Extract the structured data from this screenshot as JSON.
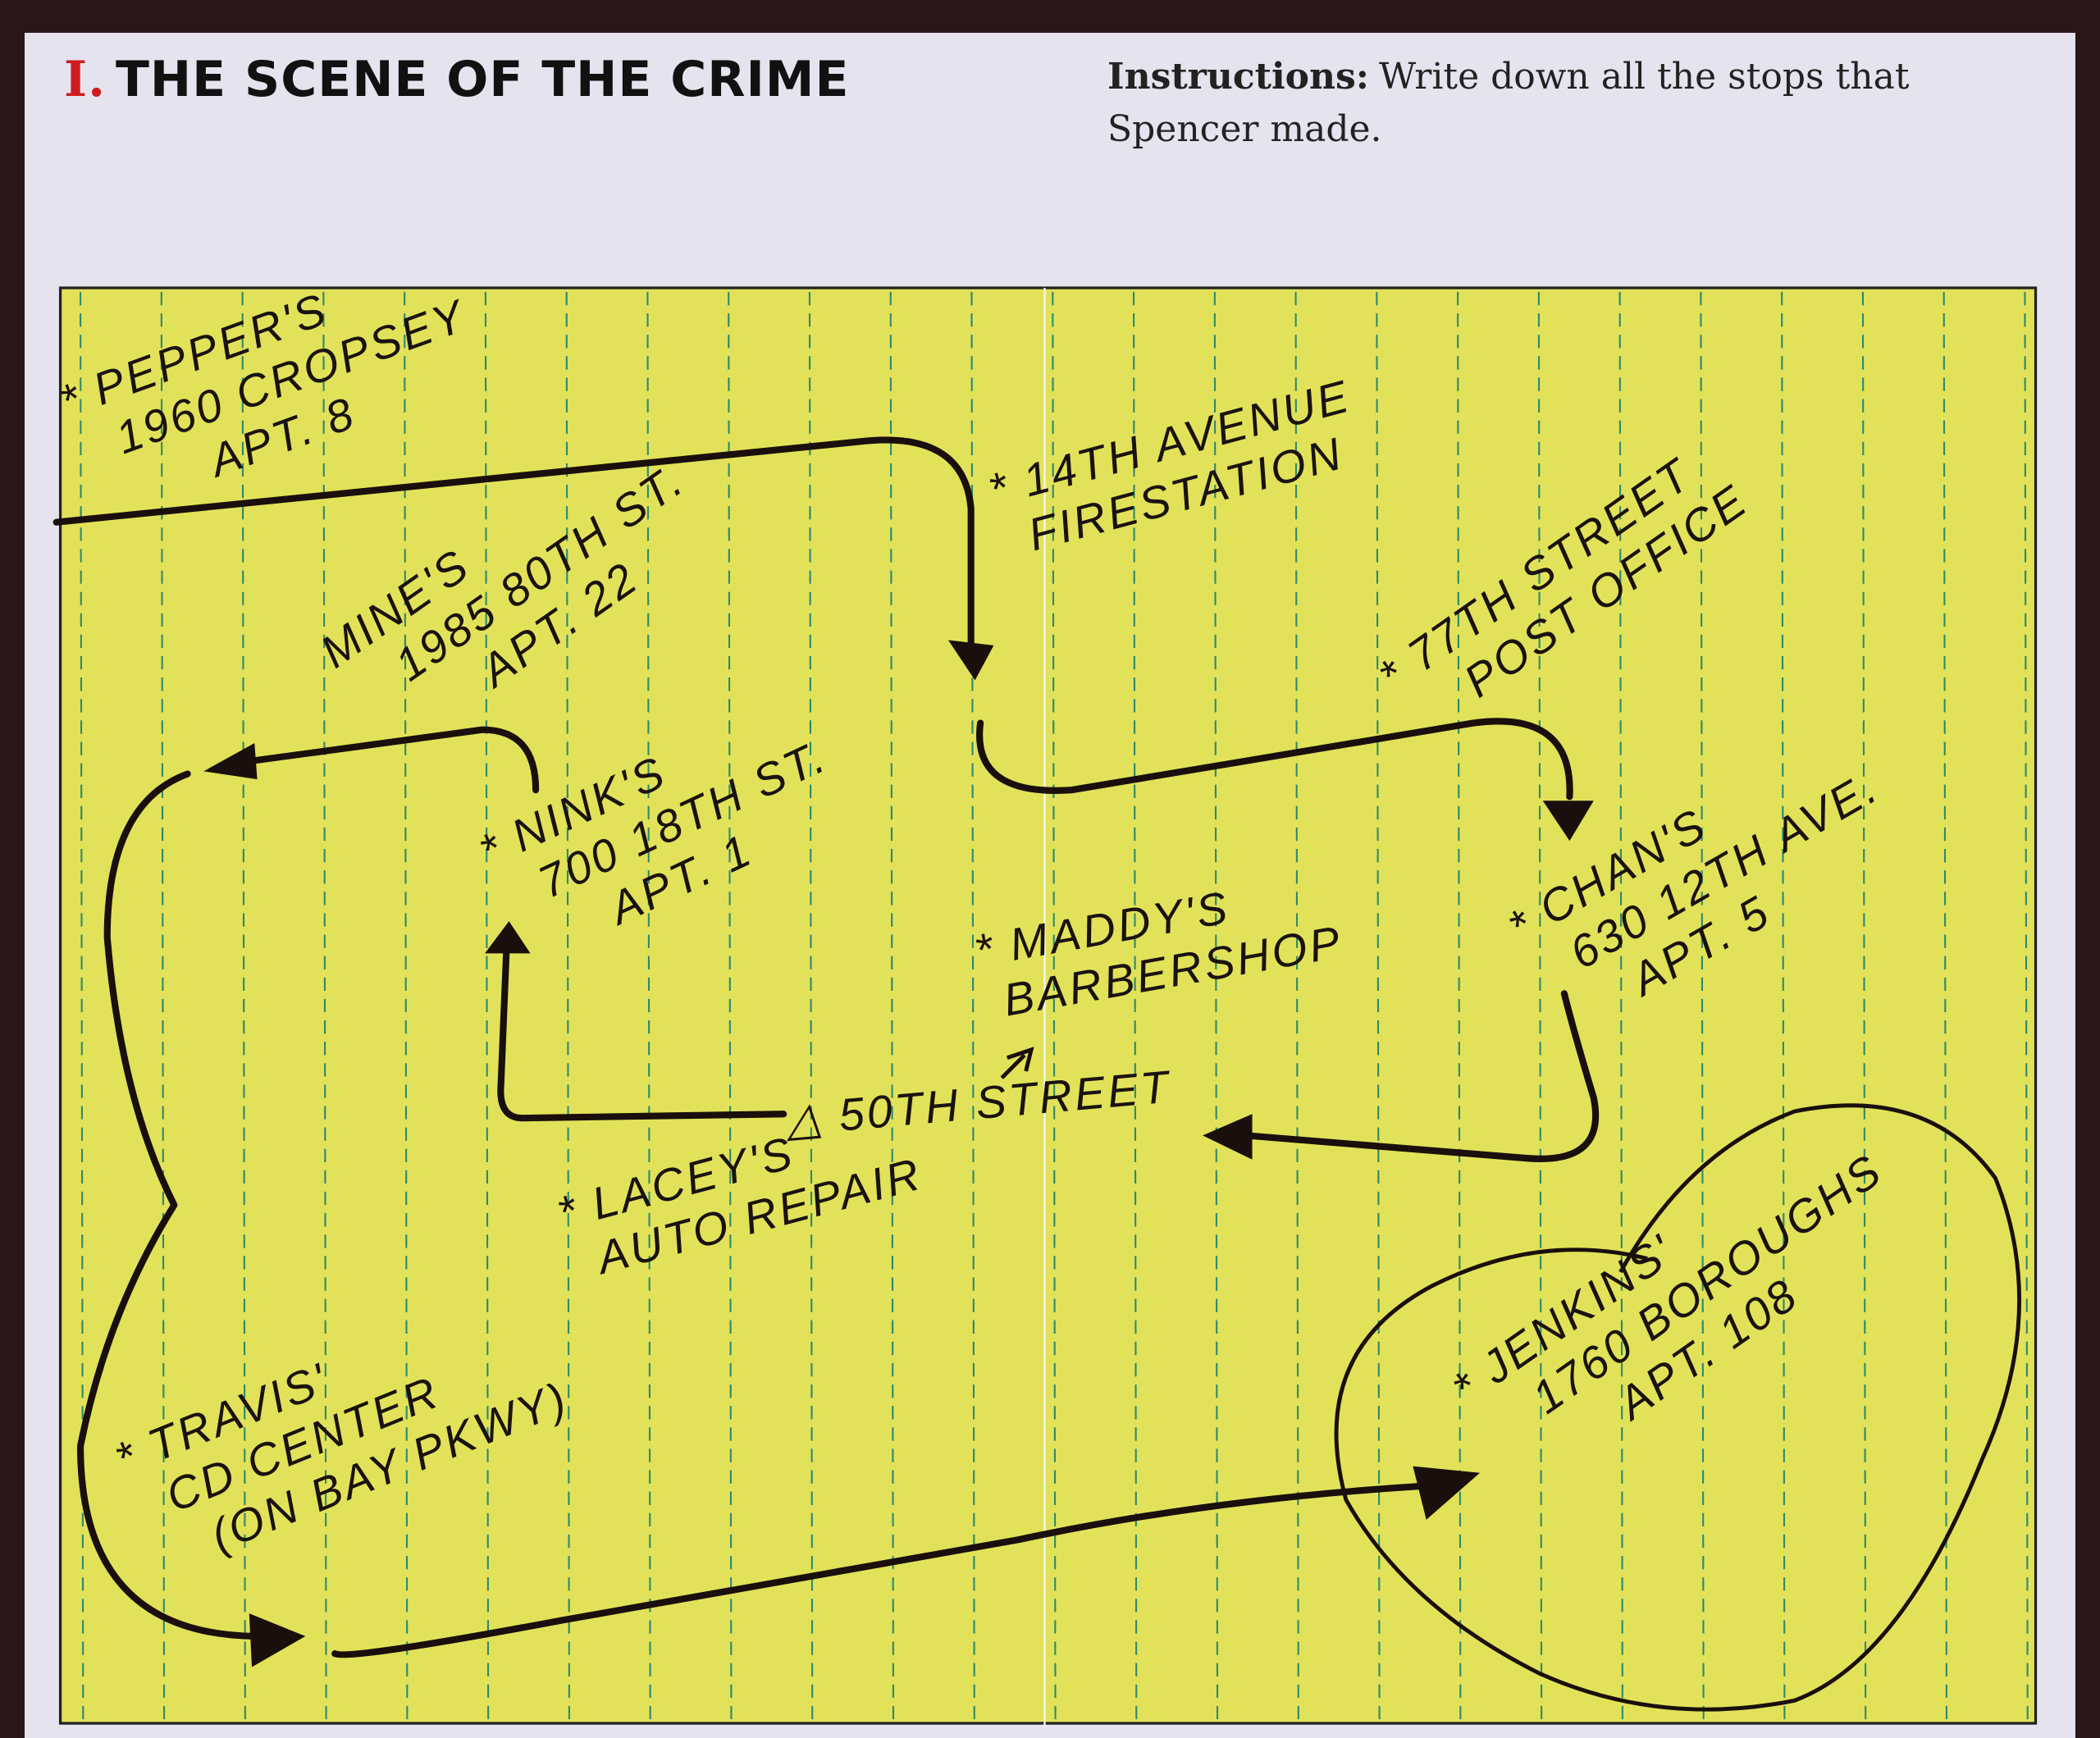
{
  "header": {
    "section_number": "I.",
    "title": "THE SCENE OF THE CRIME",
    "instructions_label": "Instructions:",
    "instructions_text": "Write down all the stops that Spencer made."
  },
  "map": {
    "paper_color": "#e2e25a",
    "rule_color": "#2e8a6a",
    "locations": [
      {
        "id": "peppers",
        "lines": [
          "* PEPPER'S",
          "1960 CROPSEY",
          "APT. 8"
        ]
      },
      {
        "id": "firestation",
        "lines": [
          "* 14TH AVENUE",
          "FIRESTATION"
        ]
      },
      {
        "id": "mines",
        "lines": [
          "MINE'S",
          "1985 80TH ST.",
          "APT. 22"
        ]
      },
      {
        "id": "postoffice",
        "lines": [
          "* 77TH STREET",
          "POST OFFICE"
        ]
      },
      {
        "id": "ninks",
        "lines": [
          "* NINK'S",
          "700 18TH ST.",
          "APT. 1"
        ]
      },
      {
        "id": "maddys",
        "lines": [
          "* MADDY'S",
          "BARBERSHOP"
        ]
      },
      {
        "id": "chans",
        "lines": [
          "* CHAN'S",
          "630 12TH AVE.",
          "APT. 5"
        ]
      },
      {
        "id": "street50",
        "lines": [
          "△ 50TH STREET"
        ]
      },
      {
        "id": "laceys",
        "lines": [
          "* LACEY'S",
          "AUTO REPAIR"
        ]
      },
      {
        "id": "travis",
        "lines": [
          "* TRAVIS'",
          "CD CENTER",
          "(ON BAY PKWY)"
        ]
      },
      {
        "id": "jenkins",
        "lines": [
          "* JENKINS'",
          "1760 BOROUGHS",
          "APT. 108"
        ]
      }
    ]
  }
}
